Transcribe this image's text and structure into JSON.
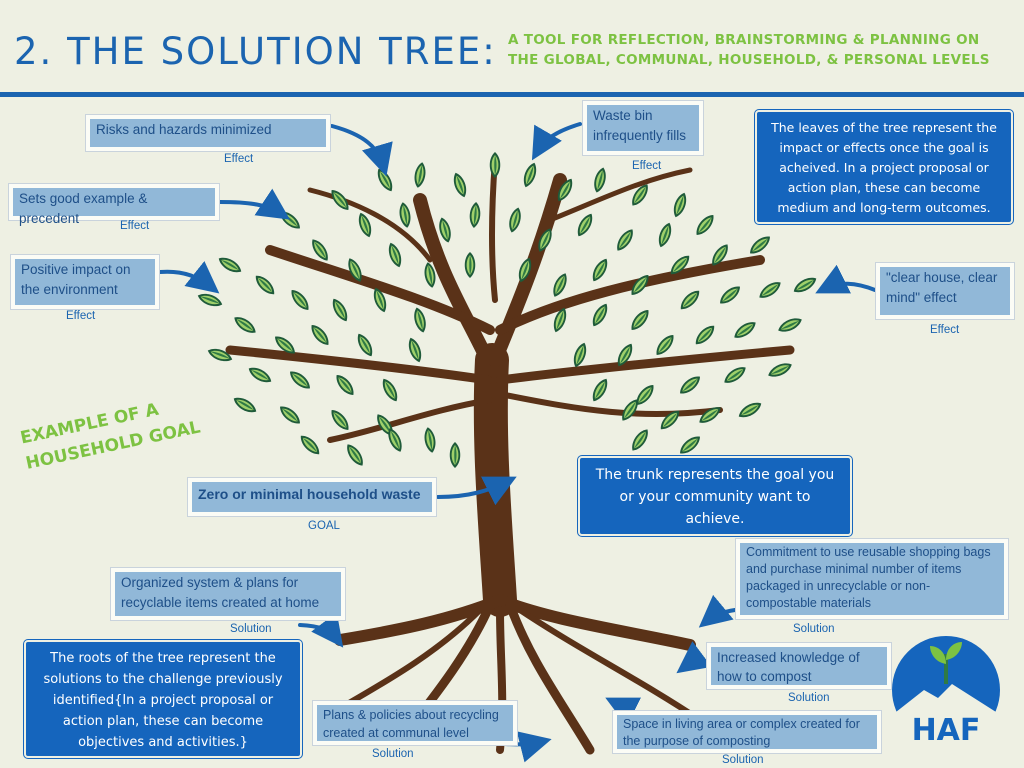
{
  "header": {
    "title": "2. THE SOLUTION TREE:",
    "subtitle": "A TOOL FOR REFLECTION, BRAINSTORMING & PLANNING ON THE GLOBAL, COMMUNAL, HOUSEHOLD, & PERSONAL LEVELS"
  },
  "effects": [
    {
      "text": "Risks and hazards minimized",
      "tag": "Effect"
    },
    {
      "text": "Sets good example & precedent",
      "tag": "Effect"
    },
    {
      "text": "Positive impact on the environment",
      "tag": "Effect"
    },
    {
      "text": "Waste bin infrequently fills",
      "tag": "Effect"
    },
    {
      "text": "\"clear house, clear mind\" effect",
      "tag": "Effect"
    }
  ],
  "goal": {
    "text": "Zero or minimal household waste",
    "tag": "GOAL"
  },
  "solutions": [
    {
      "text": "Organized system & plans for recyclable items created at home",
      "tag": "Solution"
    },
    {
      "text": "Commitment to use reusable shopping bags and purchase minimal number of items packaged in unrecyclable or non-compostable materials",
      "tag": "Solution"
    },
    {
      "text": "Increased knowledge of how to compost",
      "tag": "Solution"
    },
    {
      "text": "Plans & policies about recycling created at communal level",
      "tag": "Solution"
    },
    {
      "text": "Space in living area or complex created for the purpose of composting",
      "tag": "Solution"
    }
  ],
  "descriptions": {
    "leaves": "The leaves of the tree represent the impact or effects once the goal is acheived. In a project proposal or action plan, these can become medium and long-term outcomes.",
    "trunk": "The trunk represents the goal you or your community want to achieve.",
    "roots": "The roots of the tree represent the solutions to the challenge previously identified{In a project proposal or action plan, these can become objectives and activities.}"
  },
  "example_label": "EXAMPLE OF A HOUSEHOLD GOAL",
  "logo": {
    "text": "HAF",
    "icon": "sprout-mountain-icon"
  },
  "colors": {
    "blue": "#1b64b0",
    "green": "#7dc242",
    "trunk": "#5a3218",
    "box": "#91b8d8",
    "leaf_dark": "#1f5b3a",
    "leaf_light": "#9fd06a",
    "background": "#eef0e3"
  }
}
